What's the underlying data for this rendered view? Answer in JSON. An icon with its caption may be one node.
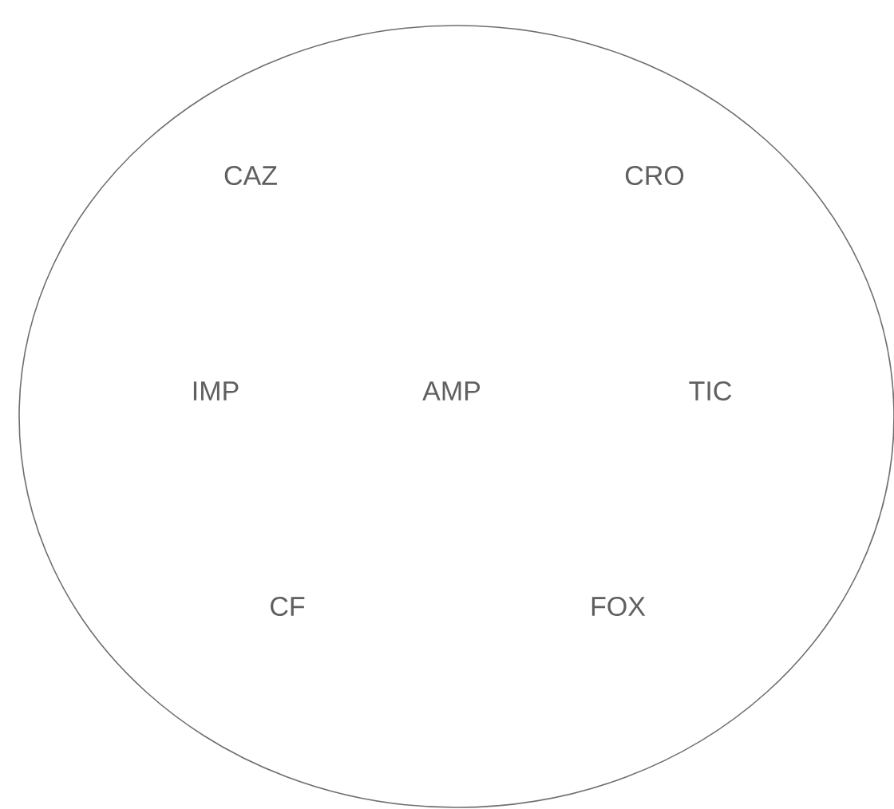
{
  "diagram": {
    "labels": [
      "CAZ",
      "CRO",
      "IMP",
      "AMP",
      "TIC",
      "CF",
      "FOX"
    ]
  }
}
